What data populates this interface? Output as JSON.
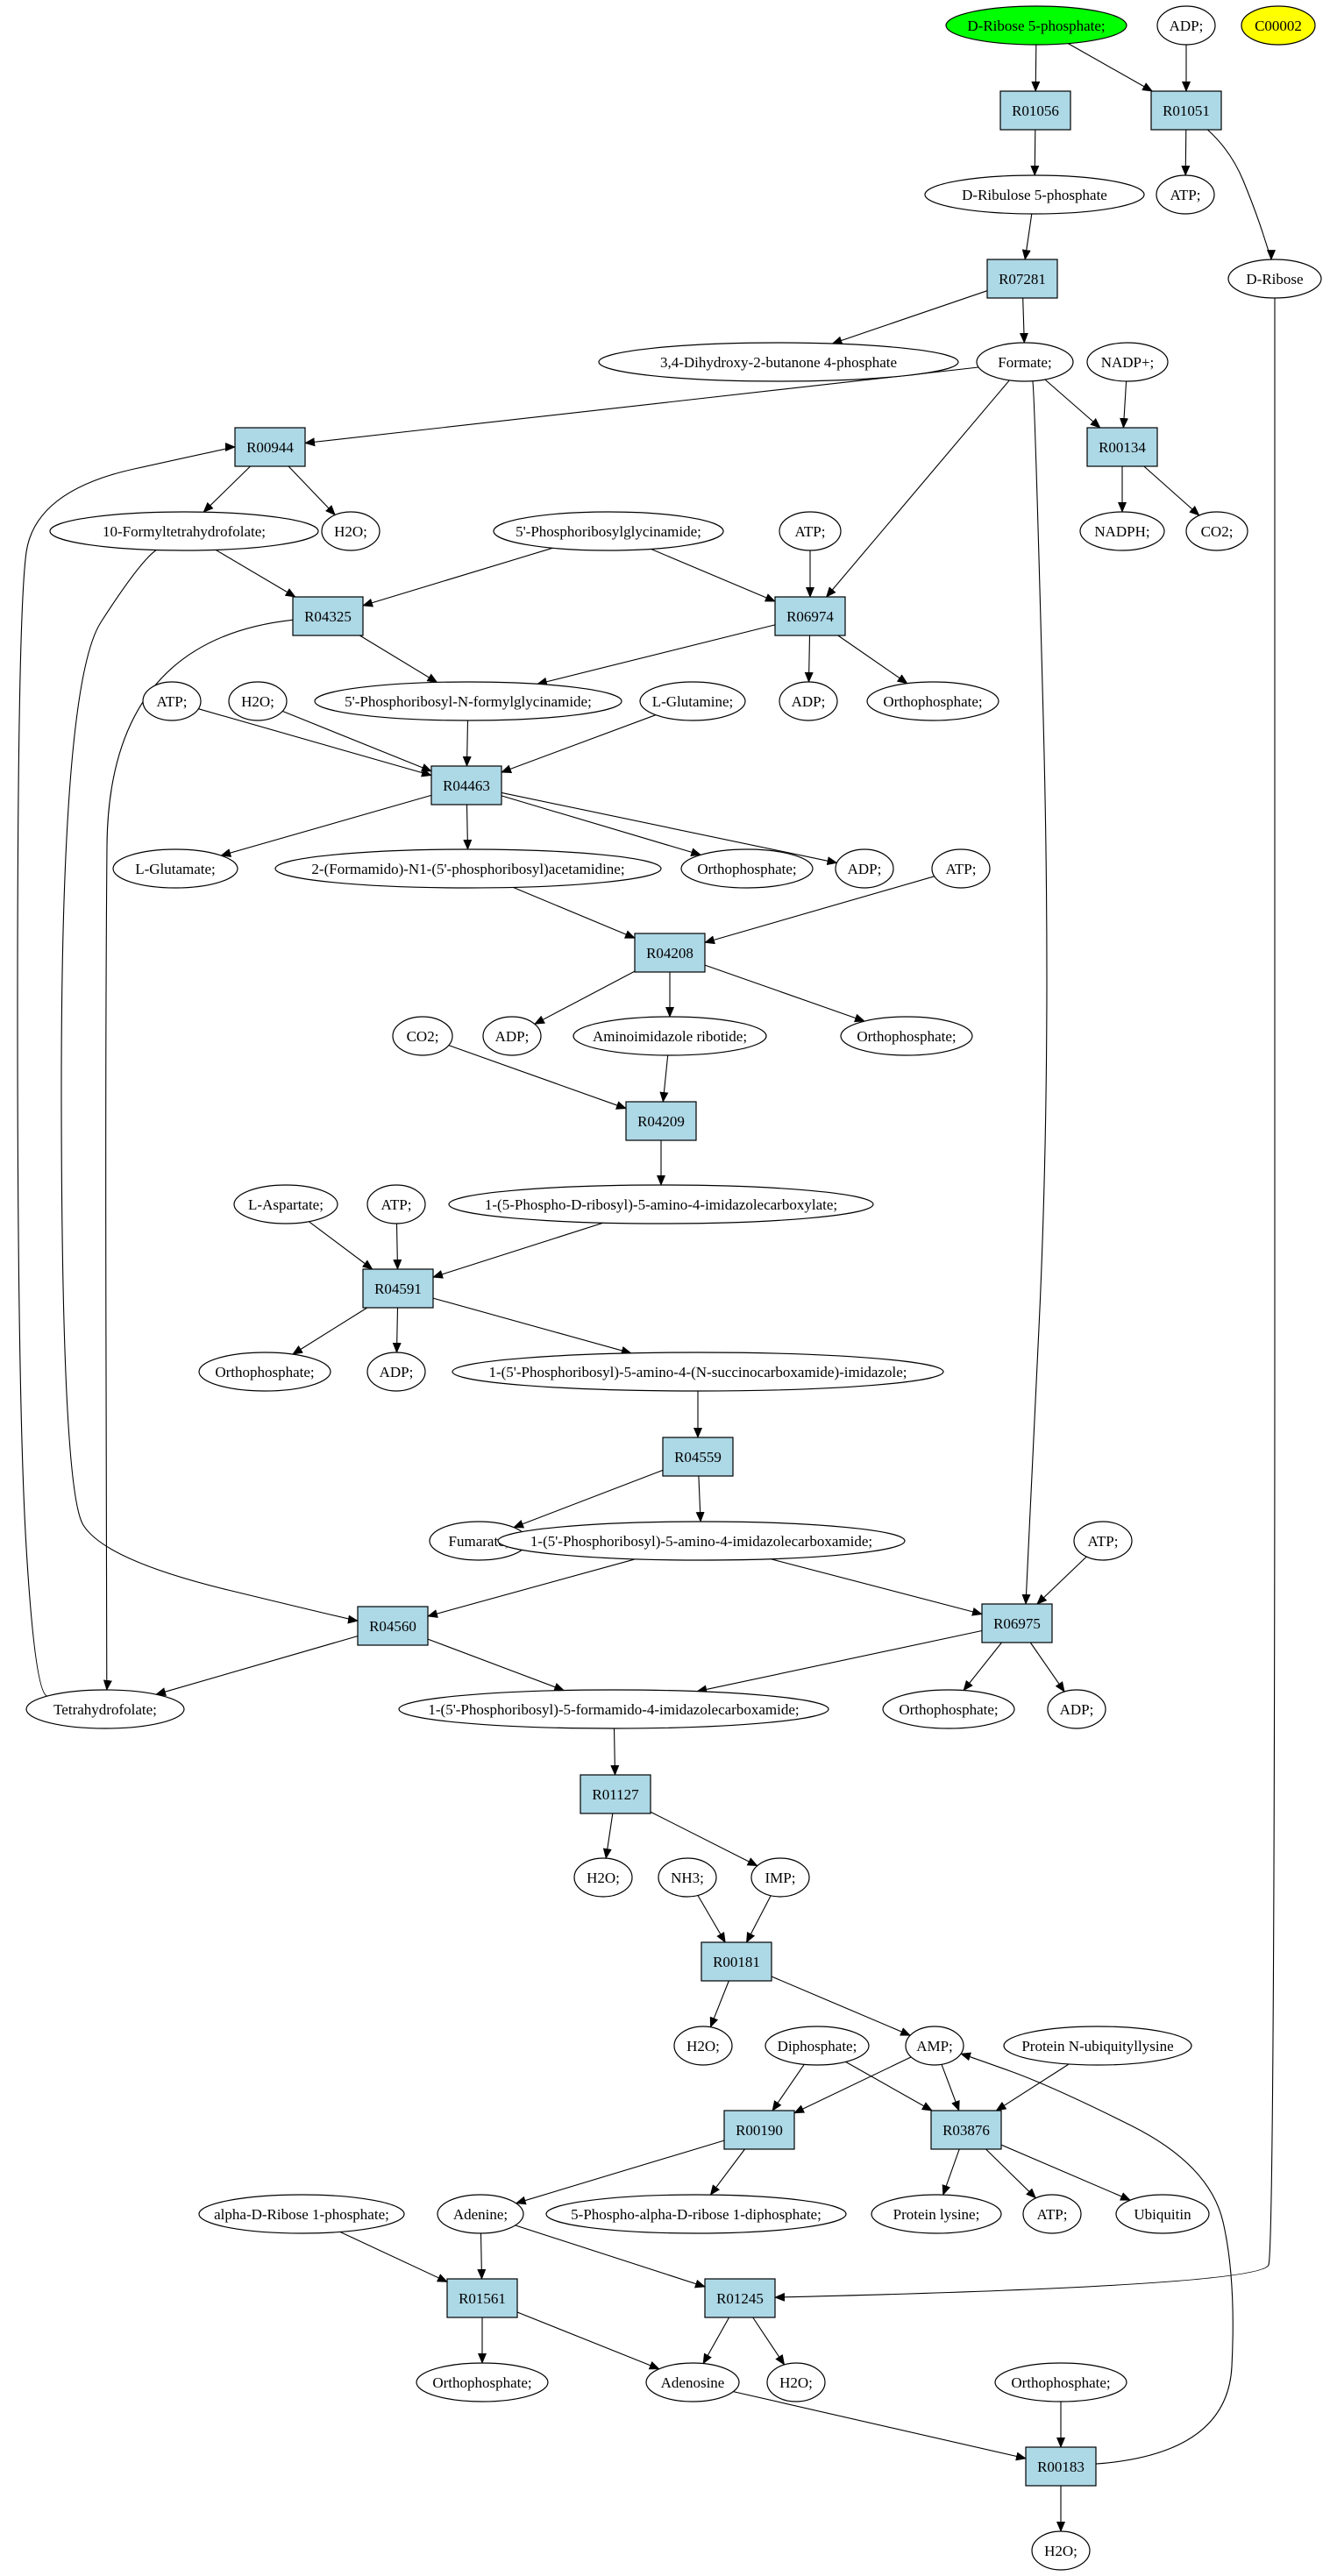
{
  "colors": {
    "reaction_fill": "#add8e6",
    "start_compound_fill": "#00ff00",
    "highlight_compound_fill": "#ffff00",
    "compound_fill": "#ffffff",
    "stroke": "#000000"
  },
  "nodes": [
    {
      "id": "c_dribose5p",
      "kind": "compound",
      "label": "D-Ribose 5-phosphate;",
      "fill": "start"
    },
    {
      "id": "c_adp_top",
      "kind": "compound",
      "label": "ADP;"
    },
    {
      "id": "c_c00002",
      "kind": "compound",
      "label": "C00002",
      "fill": "highlight"
    },
    {
      "id": "r_R01056",
      "kind": "reaction",
      "label": "R01056"
    },
    {
      "id": "r_R01051",
      "kind": "reaction",
      "label": "R01051"
    },
    {
      "id": "c_dribulose5p",
      "kind": "compound",
      "label": "D-Ribulose 5-phosphate"
    },
    {
      "id": "c_atp_r01051",
      "kind": "compound",
      "label": "ATP;"
    },
    {
      "id": "c_dribose",
      "kind": "compound",
      "label": "D-Ribose"
    },
    {
      "id": "r_R07281",
      "kind": "reaction",
      "label": "R07281"
    },
    {
      "id": "c_dihydroxybutanone",
      "kind": "compound",
      "label": "3,4-Dihydroxy-2-butanone 4-phosphate"
    },
    {
      "id": "c_formate",
      "kind": "compound",
      "label": "Formate;"
    },
    {
      "id": "c_nadp",
      "kind": "compound",
      "label": "NADP+;"
    },
    {
      "id": "r_R00944",
      "kind": "reaction",
      "label": "R00944"
    },
    {
      "id": "r_R00134",
      "kind": "reaction",
      "label": "R00134"
    },
    {
      "id": "c_10formylthf",
      "kind": "compound",
      "label": "10-Formyltetrahydrofolate;"
    },
    {
      "id": "c_h2o_r00944",
      "kind": "compound",
      "label": "H2O;"
    },
    {
      "id": "c_prga",
      "kind": "compound",
      "label": "5'-Phosphoribosylglycinamide;"
    },
    {
      "id": "c_atp_r06974",
      "kind": "compound",
      "label": "ATP;"
    },
    {
      "id": "c_nadph",
      "kind": "compound",
      "label": "NADPH;"
    },
    {
      "id": "c_co2_r00134",
      "kind": "compound",
      "label": "CO2;"
    },
    {
      "id": "r_R04325",
      "kind": "reaction",
      "label": "R04325"
    },
    {
      "id": "r_R06974",
      "kind": "reaction",
      "label": "R06974"
    },
    {
      "id": "c_atp_r04463",
      "kind": "compound",
      "label": "ATP;"
    },
    {
      "id": "c_h2o_r04463",
      "kind": "compound",
      "label": "H2O;"
    },
    {
      "id": "c_fgar",
      "kind": "compound",
      "label": "5'-Phosphoribosyl-N-formylglycinamide;"
    },
    {
      "id": "c_lgln",
      "kind": "compound",
      "label": "L-Glutamine;"
    },
    {
      "id": "c_adp_r06974",
      "kind": "compound",
      "label": "ADP;"
    },
    {
      "id": "c_pi_r06974",
      "kind": "compound",
      "label": "Orthophosphate;"
    },
    {
      "id": "r_R04463",
      "kind": "reaction",
      "label": "R04463"
    },
    {
      "id": "c_lglu",
      "kind": "compound",
      "label": "L-Glutamate;"
    },
    {
      "id": "c_fgam",
      "kind": "compound",
      "label": "2-(Formamido)-N1-(5'-phosphoribosyl)acetamidine;"
    },
    {
      "id": "c_pi_r04463",
      "kind": "compound",
      "label": "Orthophosphate;"
    },
    {
      "id": "c_adp_r04463",
      "kind": "compound",
      "label": "ADP;"
    },
    {
      "id": "c_atp_r04208",
      "kind": "compound",
      "label": "ATP;"
    },
    {
      "id": "r_R04208",
      "kind": "reaction",
      "label": "R04208"
    },
    {
      "id": "c_co2_r04209",
      "kind": "compound",
      "label": "CO2;"
    },
    {
      "id": "c_adp_r04208",
      "kind": "compound",
      "label": "ADP;"
    },
    {
      "id": "c_air",
      "kind": "compound",
      "label": "Aminoimidazole ribotide;"
    },
    {
      "id": "c_pi_r04208",
      "kind": "compound",
      "label": "Orthophosphate;"
    },
    {
      "id": "r_R04209",
      "kind": "reaction",
      "label": "R04209"
    },
    {
      "id": "c_laspartate",
      "kind": "compound",
      "label": "L-Aspartate;"
    },
    {
      "id": "c_atp_r04591",
      "kind": "compound",
      "label": "ATP;"
    },
    {
      "id": "c_cair",
      "kind": "compound",
      "label": "1-(5-Phospho-D-ribosyl)-5-amino-4-imidazolecarboxylate;"
    },
    {
      "id": "r_R04591",
      "kind": "reaction",
      "label": "R04591"
    },
    {
      "id": "c_pi_r04591",
      "kind": "compound",
      "label": "Orthophosphate;"
    },
    {
      "id": "c_adp_r04591",
      "kind": "compound",
      "label": "ADP;"
    },
    {
      "id": "c_saicar",
      "kind": "compound",
      "label": "1-(5'-Phosphoribosyl)-5-amino-4-(N-succinocarboxamide)-imidazole;"
    },
    {
      "id": "r_R04559",
      "kind": "reaction",
      "label": "R04559"
    },
    {
      "id": "c_fumarate",
      "kind": "compound",
      "label": "Fumarate;"
    },
    {
      "id": "c_aicar",
      "kind": "compound",
      "label": "1-(5'-Phosphoribosyl)-5-amino-4-imidazolecarboxamide;"
    },
    {
      "id": "c_atp_r06975",
      "kind": "compound",
      "label": "ATP;"
    },
    {
      "id": "r_R04560",
      "kind": "reaction",
      "label": "R04560"
    },
    {
      "id": "r_R06975",
      "kind": "reaction",
      "label": "R06975"
    },
    {
      "id": "c_thf",
      "kind": "compound",
      "label": "Tetrahydrofolate;"
    },
    {
      "id": "c_faicar",
      "kind": "compound",
      "label": "1-(5'-Phosphoribosyl)-5-formamido-4-imidazolecarboxamide;"
    },
    {
      "id": "c_pi_r06975",
      "kind": "compound",
      "label": "Orthophosphate;"
    },
    {
      "id": "c_adp_r06975",
      "kind": "compound",
      "label": "ADP;"
    },
    {
      "id": "r_R01127",
      "kind": "reaction",
      "label": "R01127"
    },
    {
      "id": "c_h2o_r01127",
      "kind": "compound",
      "label": "H2O;"
    },
    {
      "id": "c_nh3",
      "kind": "compound",
      "label": "NH3;"
    },
    {
      "id": "c_imp",
      "kind": "compound",
      "label": "IMP;"
    },
    {
      "id": "r_R00181",
      "kind": "reaction",
      "label": "R00181"
    },
    {
      "id": "c_h2o_r00181",
      "kind": "compound",
      "label": "H2O;"
    },
    {
      "id": "c_diphosphate",
      "kind": "compound",
      "label": "Diphosphate;"
    },
    {
      "id": "c_amp",
      "kind": "compound",
      "label": "AMP;"
    },
    {
      "id": "c_protnubk",
      "kind": "compound",
      "label": "Protein N-ubiquityllysine"
    },
    {
      "id": "r_R00190",
      "kind": "reaction",
      "label": "R00190"
    },
    {
      "id": "r_R03876",
      "kind": "reaction",
      "label": "R03876"
    },
    {
      "id": "c_adenine",
      "kind": "compound",
      "label": "Adenine;"
    },
    {
      "id": "c_prpp",
      "kind": "compound",
      "label": "5-Phospho-alpha-D-ribose 1-diphosphate;"
    },
    {
      "id": "c_protlys",
      "kind": "compound",
      "label": "Protein lysine;"
    },
    {
      "id": "c_atp_r03876",
      "kind": "compound",
      "label": "ATP;"
    },
    {
      "id": "c_ubiquitin",
      "kind": "compound",
      "label": "Ubiquitin"
    },
    {
      "id": "c_r1p",
      "kind": "compound",
      "label": "alpha-D-Ribose 1-phosphate;"
    },
    {
      "id": "r_R01561",
      "kind": "reaction",
      "label": "R01561"
    },
    {
      "id": "r_R01245",
      "kind": "reaction",
      "label": "R01245"
    },
    {
      "id": "c_pi_r01561",
      "kind": "compound",
      "label": "Orthophosphate;"
    },
    {
      "id": "c_adenosine",
      "kind": "compound",
      "label": "Adenosine"
    },
    {
      "id": "c_h2o_r01245",
      "kind": "compound",
      "label": "H2O;"
    },
    {
      "id": "c_pi_r00183",
      "kind": "compound",
      "label": "Orthophosphate;"
    },
    {
      "id": "r_R00183",
      "kind": "reaction",
      "label": "R00183"
    },
    {
      "id": "c_h2o_r00183",
      "kind": "compound",
      "label": "H2O;"
    }
  ],
  "edges": [
    [
      "c_dribose5p",
      "r_R01056"
    ],
    [
      "c_dribose5p",
      "r_R01051"
    ],
    [
      "c_adp_top",
      "r_R01051"
    ],
    [
      "r_R01056",
      "c_dribulose5p"
    ],
    [
      "r_R01051",
      "c_atp_r01051"
    ],
    [
      "r_R01051",
      "c_dribose"
    ],
    [
      "c_dribulose5p",
      "r_R07281"
    ],
    [
      "r_R07281",
      "c_dihydroxybutanone"
    ],
    [
      "r_R07281",
      "c_formate"
    ],
    [
      "c_formate",
      "r_R00944"
    ],
    [
      "c_formate",
      "r_R00134"
    ],
    [
      "c_formate",
      "r_R06974"
    ],
    [
      "c_formate",
      "r_R06975"
    ],
    [
      "c_nadp",
      "r_R00134"
    ],
    [
      "r_R00134",
      "c_nadph"
    ],
    [
      "r_R00134",
      "c_co2_r00134"
    ],
    [
      "r_R00944",
      "c_10formylthf"
    ],
    [
      "r_R00944",
      "c_h2o_r00944"
    ],
    [
      "c_10formylthf",
      "r_R04325"
    ],
    [
      "c_10formylthf",
      "r_R04560"
    ],
    [
      "c_prga",
      "r_R04325"
    ],
    [
      "c_prga",
      "r_R06974"
    ],
    [
      "c_atp_r06974",
      "r_R06974"
    ],
    [
      "r_R04325",
      "c_fgar"
    ],
    [
      "r_R04325",
      "c_thf"
    ],
    [
      "r_R06974",
      "c_fgar"
    ],
    [
      "r_R06974",
      "c_adp_r06974"
    ],
    [
      "r_R06974",
      "c_pi_r06974"
    ],
    [
      "c_atp_r04463",
      "r_R04463"
    ],
    [
      "c_h2o_r04463",
      "r_R04463"
    ],
    [
      "c_fgar",
      "r_R04463"
    ],
    [
      "c_lgln",
      "r_R04463"
    ],
    [
      "r_R04463",
      "c_lglu"
    ],
    [
      "r_R04463",
      "c_fgam"
    ],
    [
      "r_R04463",
      "c_pi_r04463"
    ],
    [
      "r_R04463",
      "c_adp_r04463"
    ],
    [
      "c_fgam",
      "r_R04208"
    ],
    [
      "c_atp_r04208",
      "r_R04208"
    ],
    [
      "r_R04208",
      "c_adp_r04208"
    ],
    [
      "r_R04208",
      "c_air"
    ],
    [
      "r_R04208",
      "c_pi_r04208"
    ],
    [
      "c_co2_r04209",
      "r_R04209"
    ],
    [
      "c_air",
      "r_R04209"
    ],
    [
      "r_R04209",
      "c_cair"
    ],
    [
      "c_laspartate",
      "r_R04591"
    ],
    [
      "c_atp_r04591",
      "r_R04591"
    ],
    [
      "c_cair",
      "r_R04591"
    ],
    [
      "r_R04591",
      "c_pi_r04591"
    ],
    [
      "r_R04591",
      "c_adp_r04591"
    ],
    [
      "r_R04591",
      "c_saicar"
    ],
    [
      "c_saicar",
      "r_R04559"
    ],
    [
      "r_R04559",
      "c_fumarate"
    ],
    [
      "r_R04559",
      "c_aicar"
    ],
    [
      "c_aicar",
      "r_R04560"
    ],
    [
      "c_aicar",
      "r_R06975"
    ],
    [
      "c_atp_r06975",
      "r_R06975"
    ],
    [
      "r_R04560",
      "c_thf"
    ],
    [
      "r_R04560",
      "c_faicar"
    ],
    [
      "c_thf",
      "r_R00944"
    ],
    [
      "r_R06975",
      "c_faicar"
    ],
    [
      "r_R06975",
      "c_pi_r06975"
    ],
    [
      "r_R06975",
      "c_adp_r06975"
    ],
    [
      "c_faicar",
      "r_R01127"
    ],
    [
      "r_R01127",
      "c_h2o_r01127"
    ],
    [
      "r_R01127",
      "c_imp"
    ],
    [
      "c_nh3",
      "r_R00181"
    ],
    [
      "c_imp",
      "r_R00181"
    ],
    [
      "r_R00181",
      "c_h2o_r00181"
    ],
    [
      "r_R00181",
      "c_amp"
    ],
    [
      "c_diphosphate",
      "r_R00190"
    ],
    [
      "c_diphosphate",
      "r_R03876"
    ],
    [
      "c_amp",
      "r_R00190"
    ],
    [
      "c_amp",
      "r_R03876"
    ],
    [
      "c_protnubk",
      "r_R03876"
    ],
    [
      "r_R00190",
      "c_adenine"
    ],
    [
      "r_R00190",
      "c_prpp"
    ],
    [
      "r_R03876",
      "c_protlys"
    ],
    [
      "r_R03876",
      "c_atp_r03876"
    ],
    [
      "r_R03876",
      "c_ubiquitin"
    ],
    [
      "c_r1p",
      "r_R01561"
    ],
    [
      "c_adenine",
      "r_R01561"
    ],
    [
      "c_adenine",
      "r_R01245"
    ],
    [
      "c_dribose",
      "r_R01245"
    ],
    [
      "r_R01561",
      "c_pi_r01561"
    ],
    [
      "r_R01561",
      "c_adenosine"
    ],
    [
      "r_R01245",
      "c_adenosine"
    ],
    [
      "r_R01245",
      "c_h2o_r01245"
    ],
    [
      "c_adenosine",
      "r_R00183"
    ],
    [
      "c_pi_r00183",
      "r_R00183"
    ],
    [
      "r_R00183",
      "c_h2o_r00183"
    ],
    [
      "r_R00183",
      "c_amp"
    ]
  ]
}
